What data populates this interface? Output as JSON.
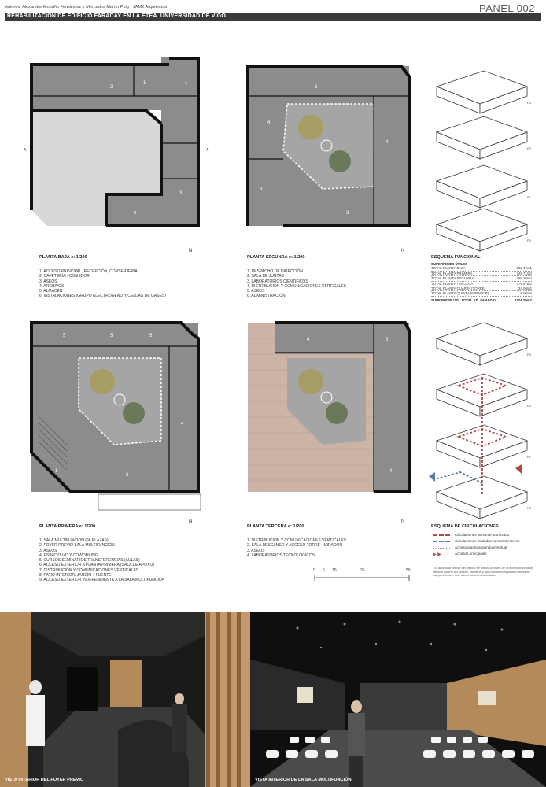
{
  "header": {
    "authors": "Autores: Alexandre Mouriño Fernández y Mercedes Martín Puig - JAM2 Arquitectos",
    "panel": "PANEL 002",
    "title": "REHABILITACIÓN DE EDIFICIO FARADAY EN LA ETEA. UNIVERSIDAD DE VIGO."
  },
  "plans": {
    "baja": {
      "title": "PLANTA BAJA e: 1/200",
      "items": [
        "1. ACCESO PRINCIPAL, RECEPCIÓN, CONSERJERÍA",
        "2. CAFETERÍA - COMEDOR",
        "3. ASEOS",
        "4. ARCHIVOS",
        "5. ALMACÉN",
        "6. INSTALACIONES (GRUPO ELECTRÓGENO Y CELDAS DE GASES)"
      ]
    },
    "segunda": {
      "title": "PLANTA SEGUNDA e: 1/200",
      "items": [
        "1. DESPACHO DE DIRECCIÓN",
        "2. SALA DE JUNTAS",
        "3. LABORATORIOS CIENTÍFICOS",
        "4. DISTRIBUCIÓN Y COMUNICACIONES VERTICALES",
        "5. ASEOS",
        "6. ADMINISTRACIÓN"
      ]
    },
    "primera": {
      "title": "PLANTA PRIMERA e: 1/200",
      "items": [
        "1. SALA MULTIFUNCIÓN (96 PLAZAS)",
        "2. FOYER PREVIO SALA MULTIFUNCIÓN",
        "3. ASEOS",
        "4. ESPACIO I+D Y COWORKING",
        "5. CURSOS SEMINARIOS TRANSFERENCIAS (AULAS)",
        "6. ACCESO EXTERIOR A PLANTA PRIMERA (SALA DE APOYO)",
        "7. DISTRIBUCIÓN Y COMUNICACIONES VERTICALES",
        "8. PATIO INTERIOR, JARDÍN + FUENTE",
        "9. ACCESO EXTERIOR INDEPENDIENTE A LA SALA MULTIFUNCIÓN"
      ]
    },
    "tercera": {
      "title": "PLANTA TERCERA e: 1/200",
      "items": [
        "1. DISTRIBUCIÓN Y COMUNICACIONES VERTICALES",
        "2. SALA DESCANSO Y ACCESO TORRE - MIRADOR",
        "3. ASEOS",
        "4. LABORATORIOS TECNOLÓGICOS"
      ]
    },
    "north": "N",
    "scale_ticks": [
      "0",
      "5",
      "10",
      "25",
      "50"
    ]
  },
  "esquema_funcional": {
    "title": "ESQUEMA FUNCIONAL",
    "subtitle": "SUPERFICIES ÚTILES",
    "rows": [
      {
        "label": "TOTAL PLANTA BAJA",
        "value": "535.47m2"
      },
      {
        "label": "TOTAL PLANTA PRIMERA",
        "value": "749.71m2"
      },
      {
        "label": "TOTAL PLANTA SEGUNDA",
        "value": "768.20m2"
      },
      {
        "label": "TOTAL PLANTA TERCERA",
        "value": "376.91m2"
      },
      {
        "label": "TOTAL PLANTA CUARTA (TORRE)",
        "value": "34.00m2"
      },
      {
        "label": "TOTAL PLANTA QUINTA (MIRADOR)",
        "value": "8.00m2"
      }
    ],
    "total_label": "SUPERFICIE ÚTIL TOTAL ED. FARADAY",
    "total_value": "2474.29m2",
    "levels": [
      "P3",
      "P2",
      "P1",
      "P0"
    ]
  },
  "esquema_circulaciones": {
    "title": "ESQUEMA DE CIRCULACIONES",
    "legend": [
      {
        "label": "Circulaciones personal autorizado",
        "color": "#b04848"
      },
      {
        "label": "Circulaciones limitadas personal externo",
        "color": "#5a7aa6"
      },
      {
        "label": "Acceso planta segunda eventual",
        "color": "#b07a7a"
      },
      {
        "label": "Accesos principales",
        "color": "#b04848"
      }
    ],
    "note": "* El acceso al interior del edificio se realiza a través de la recepción para un efectivo control del acceso, cafetería y sala multifunción poseen accesos independientes, este último también controlado."
  },
  "renders": {
    "left_caption": "VISTA INTERIOR DEL FOYER PREVIO",
    "right_caption": "VISTA INTERIOR DE LA SALA MULTIFUNCIÓN"
  },
  "colors": {
    "floor": "#8c8c8c",
    "wall": "#111111",
    "patio": "#a5a5a5",
    "roof": "#cdb3a6"
  }
}
